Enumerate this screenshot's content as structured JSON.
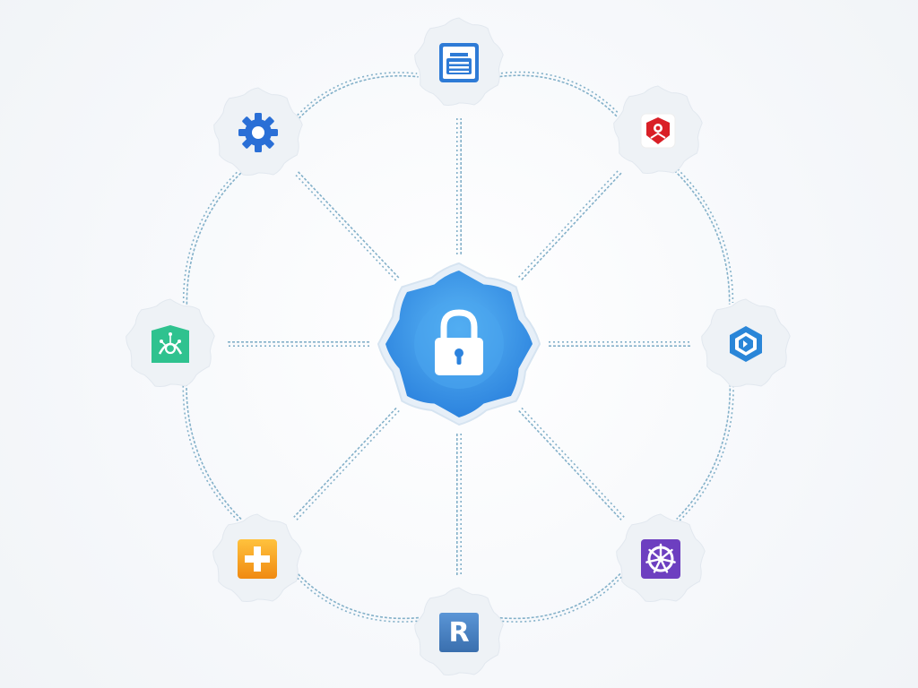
{
  "diagram": {
    "hub": {
      "icon": "padlock-icon",
      "color": "#2b8be6"
    },
    "satellites": [
      {
        "id": "document-lock",
        "icon": "document-lock-icon",
        "color": "#2e7bd6"
      },
      {
        "id": "shield-red",
        "icon": "red-shield-icon",
        "color": "#d91f26"
      },
      {
        "id": "cube-blue",
        "icon": "blue-cube-icon",
        "color": "#2a86d8"
      },
      {
        "id": "kubernetes",
        "icon": "helm-wheel-icon",
        "color": "#6d3fc0"
      },
      {
        "id": "r-logo",
        "icon": "r-letter-icon",
        "color": "#3f7fc4",
        "text": "R"
      },
      {
        "id": "plus-orange",
        "icon": "plus-icon",
        "color": "#f5a623"
      },
      {
        "id": "circuit-face",
        "icon": "circuit-face-icon",
        "color": "#2fc28f"
      },
      {
        "id": "gear",
        "icon": "gear-icon",
        "color": "#2a6fd6"
      }
    ],
    "link_color": "#6fa3c0"
  }
}
